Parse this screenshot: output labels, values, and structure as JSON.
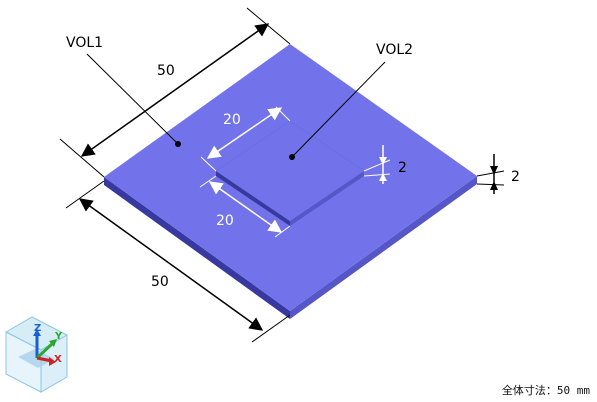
{
  "labels": {
    "vol1": "VOL1",
    "vol2": "VOL2",
    "dim_top_50": "50",
    "dim_left_50": "50",
    "dim_inner_top_20": "20",
    "dim_inner_left_20": "20",
    "dim_inner_thk_2": "2",
    "dim_outer_thk_2": "2"
  },
  "axes": {
    "x": "X",
    "y": "Y",
    "z": "Z"
  },
  "status": {
    "overall_size_label": "全体寸法：",
    "overall_size_value": "50 mm"
  },
  "colors": {
    "plate_top": "#7273ea",
    "plate_side_dark": "#3839a0",
    "plate_side_light": "#5556c8",
    "dimension_line": "#000000",
    "dimension_line_white": "#ffffff"
  }
}
